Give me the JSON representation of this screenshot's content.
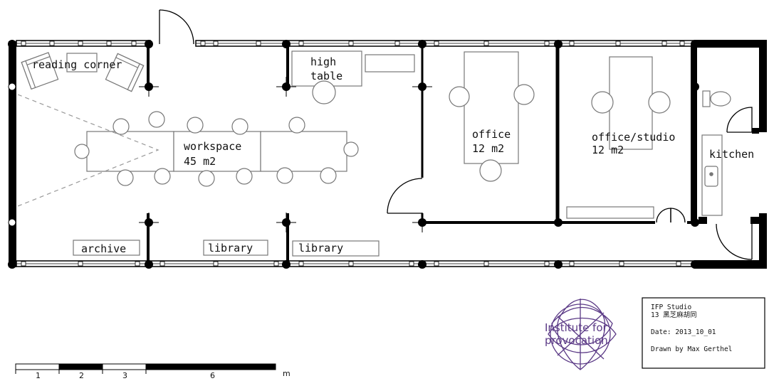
{
  "rooms": {
    "reading_corner": "reading corner",
    "high_table_line1": "high",
    "high_table_line2": "table",
    "workspace": "workspace",
    "workspace_area": "45 m2",
    "office": "office",
    "office_area": "12 m2",
    "office_studio": "office/studio",
    "office_studio_area": "12 m2",
    "kitchen": "kitchen",
    "archive": "archive",
    "library_1": "library",
    "library_2": "library"
  },
  "title_block": {
    "project": "IFP Studio",
    "address": "13 黑芝麻胡同",
    "date": "Date: 2013_10_01",
    "drawn_by": "Drawn by Max Gerthel"
  },
  "logo": {
    "line1": "Institute for",
    "line2": "provocation",
    "color": "#5b3a86"
  },
  "scale_bar": {
    "labels": [
      "1",
      "2",
      "3",
      "6"
    ],
    "unit": "m"
  }
}
